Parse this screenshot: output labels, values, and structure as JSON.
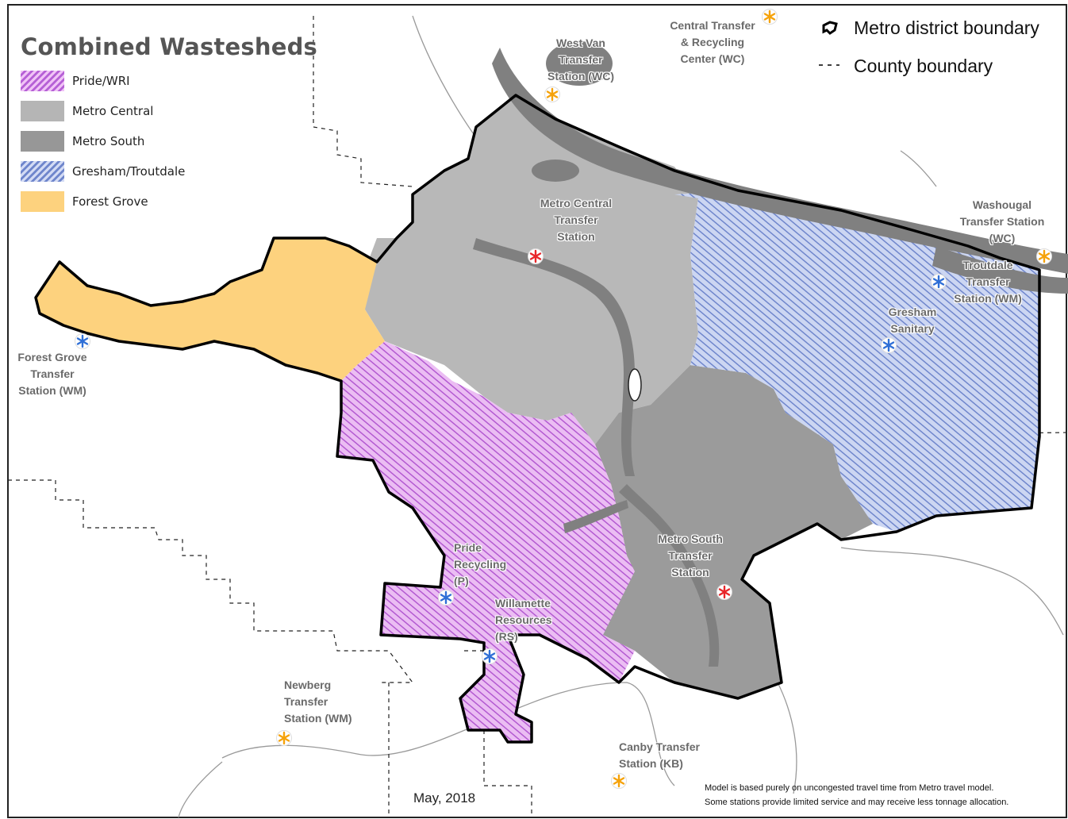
{
  "legend": {
    "title": "Combined Wastesheds",
    "items": [
      {
        "label": "Pride/WRI",
        "pattern": "hatch",
        "color": "#c77de0"
      },
      {
        "label": "Metro Central",
        "pattern": "solid",
        "color": "#b5b5b5"
      },
      {
        "label": "Metro South",
        "pattern": "solid",
        "color": "#979797"
      },
      {
        "label": "Gresham/Troutdale",
        "pattern": "hatch",
        "color": "#6f86cc"
      },
      {
        "label": "Forest Grove",
        "pattern": "solid",
        "color": "#fdd27e"
      }
    ]
  },
  "boundary_legend": {
    "metro": "Metro district boundary",
    "county": "County boundary"
  },
  "stations": [
    {
      "label": "West Van\nTransfer\nStation (WC)",
      "marker_color": "orange"
    },
    {
      "label": "Central Transfer\n& Recycling\nCenter (WC)",
      "marker_color": "orange"
    },
    {
      "label": "Washougal\nTransfer Station\n(WC)",
      "marker_color": "orange"
    },
    {
      "label": "Metro Central\nTransfer\nStation",
      "marker_color": "red"
    },
    {
      "label": "Troutdale\nTransfer\nStation (WM)",
      "marker_color": "blue"
    },
    {
      "label": "Gresham\nSanitary",
      "marker_color": "blue"
    },
    {
      "label": "Forest Grove\nTransfer\nStation (WM)",
      "marker_color": "blue"
    },
    {
      "label": "Metro South\nTransfer\nStation",
      "marker_color": "red"
    },
    {
      "label": "Pride\nRecycling\n(P)",
      "marker_color": "blue"
    },
    {
      "label": "Willamette\nResources\n(RS)",
      "marker_color": "blue"
    },
    {
      "label": "Newberg\nTransfer\nStation (WM)",
      "marker_color": "orange"
    },
    {
      "label": "Canby Transfer\nStation (KB)",
      "marker_color": "orange"
    }
  ],
  "marker_colors": {
    "orange": "#f5a20a",
    "red": "#e8262a",
    "blue": "#2f6fd6"
  },
  "footer": {
    "date": "May, 2018",
    "note_line1": "Model is based purely on uncongested travel time from Metro travel model.",
    "note_line2": "Some stations provide limited service and may receive less tonnage allocation."
  }
}
